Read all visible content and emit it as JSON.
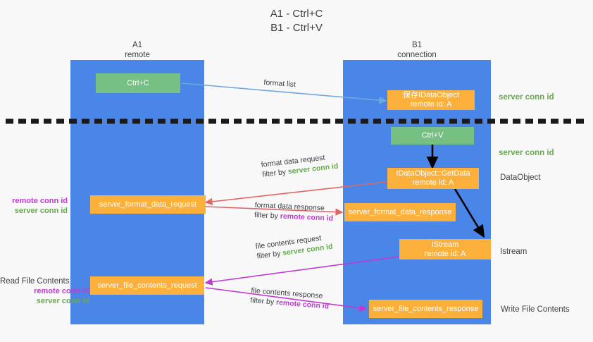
{
  "title": {
    "line1": "A1 - Ctrl+C",
    "line2": "B1 - Ctrl+V"
  },
  "lanes": [
    {
      "id": "a1",
      "name": "A1",
      "sub": "remote"
    },
    {
      "id": "b1",
      "name": "B1",
      "sub": "connection"
    }
  ],
  "boxes": {
    "ctrl_c": {
      "label": "Ctrl+C"
    },
    "ctrl_v": {
      "label": "Ctrl+V"
    },
    "save_idataobject": {
      "line1": "保存IDataObject",
      "line2": "remote id: A"
    },
    "getdata": {
      "line1": "IDataObject::GetData",
      "line2": "remote id: A"
    },
    "istream": {
      "line1": "IStream",
      "line2": "remote id: A"
    },
    "server_format_data_request": {
      "label": "server_format_data_request"
    },
    "server_format_data_response": {
      "label": "server_format_data_response"
    },
    "server_file_contents_request": {
      "label": "server_file_contents_request"
    },
    "server_file_contents_response": {
      "label": "server_file_contents_response"
    }
  },
  "edges": {
    "format_list": {
      "label": "format list"
    },
    "format_data_request": {
      "label": "format data request",
      "filter_prefix": "filter by ",
      "filter_value": "server conn id"
    },
    "format_data_response": {
      "label": "format data response",
      "filter_prefix": "filter by ",
      "filter_value": "remote conn id"
    },
    "file_contents_request": {
      "label": "file contents request",
      "filter_prefix": "filter by ",
      "filter_value": "server conn id"
    },
    "file_contents_response": {
      "label": "file contents response",
      "filter_prefix": "filter by ",
      "filter_value": "remote conn id"
    }
  },
  "right_notes": [
    {
      "id": "note-server-conn-id-1",
      "text": "server conn id",
      "style": "green"
    },
    {
      "id": "note-server-conn-id-2",
      "text": "server conn id",
      "style": "green"
    },
    {
      "id": "note-dataobject",
      "text": "DataObject",
      "style": "plain"
    },
    {
      "id": "note-istream",
      "text": "Istream",
      "style": "plain"
    },
    {
      "id": "note-write-file-contents",
      "text": "Write File Contents",
      "style": "plain"
    }
  ],
  "left_notes": {
    "format": {
      "remote": "remote conn id",
      "server": "server conn id"
    },
    "file": {
      "heading": "Read File Contents",
      "remote": "remote conn id",
      "server": "server conn id"
    }
  },
  "colors": {
    "lane": "#4a86e8",
    "green_box": "#76c083",
    "orange_box": "#fbb03b",
    "green_text": "#6aa84f",
    "purple_text": "#c03ad0",
    "blue_arrow": "#6fa8dc",
    "red_arrow": "#e06666",
    "magenta_arrow": "#c03ad0",
    "black_arrow": "#000000",
    "background": "#f8f8f8"
  }
}
